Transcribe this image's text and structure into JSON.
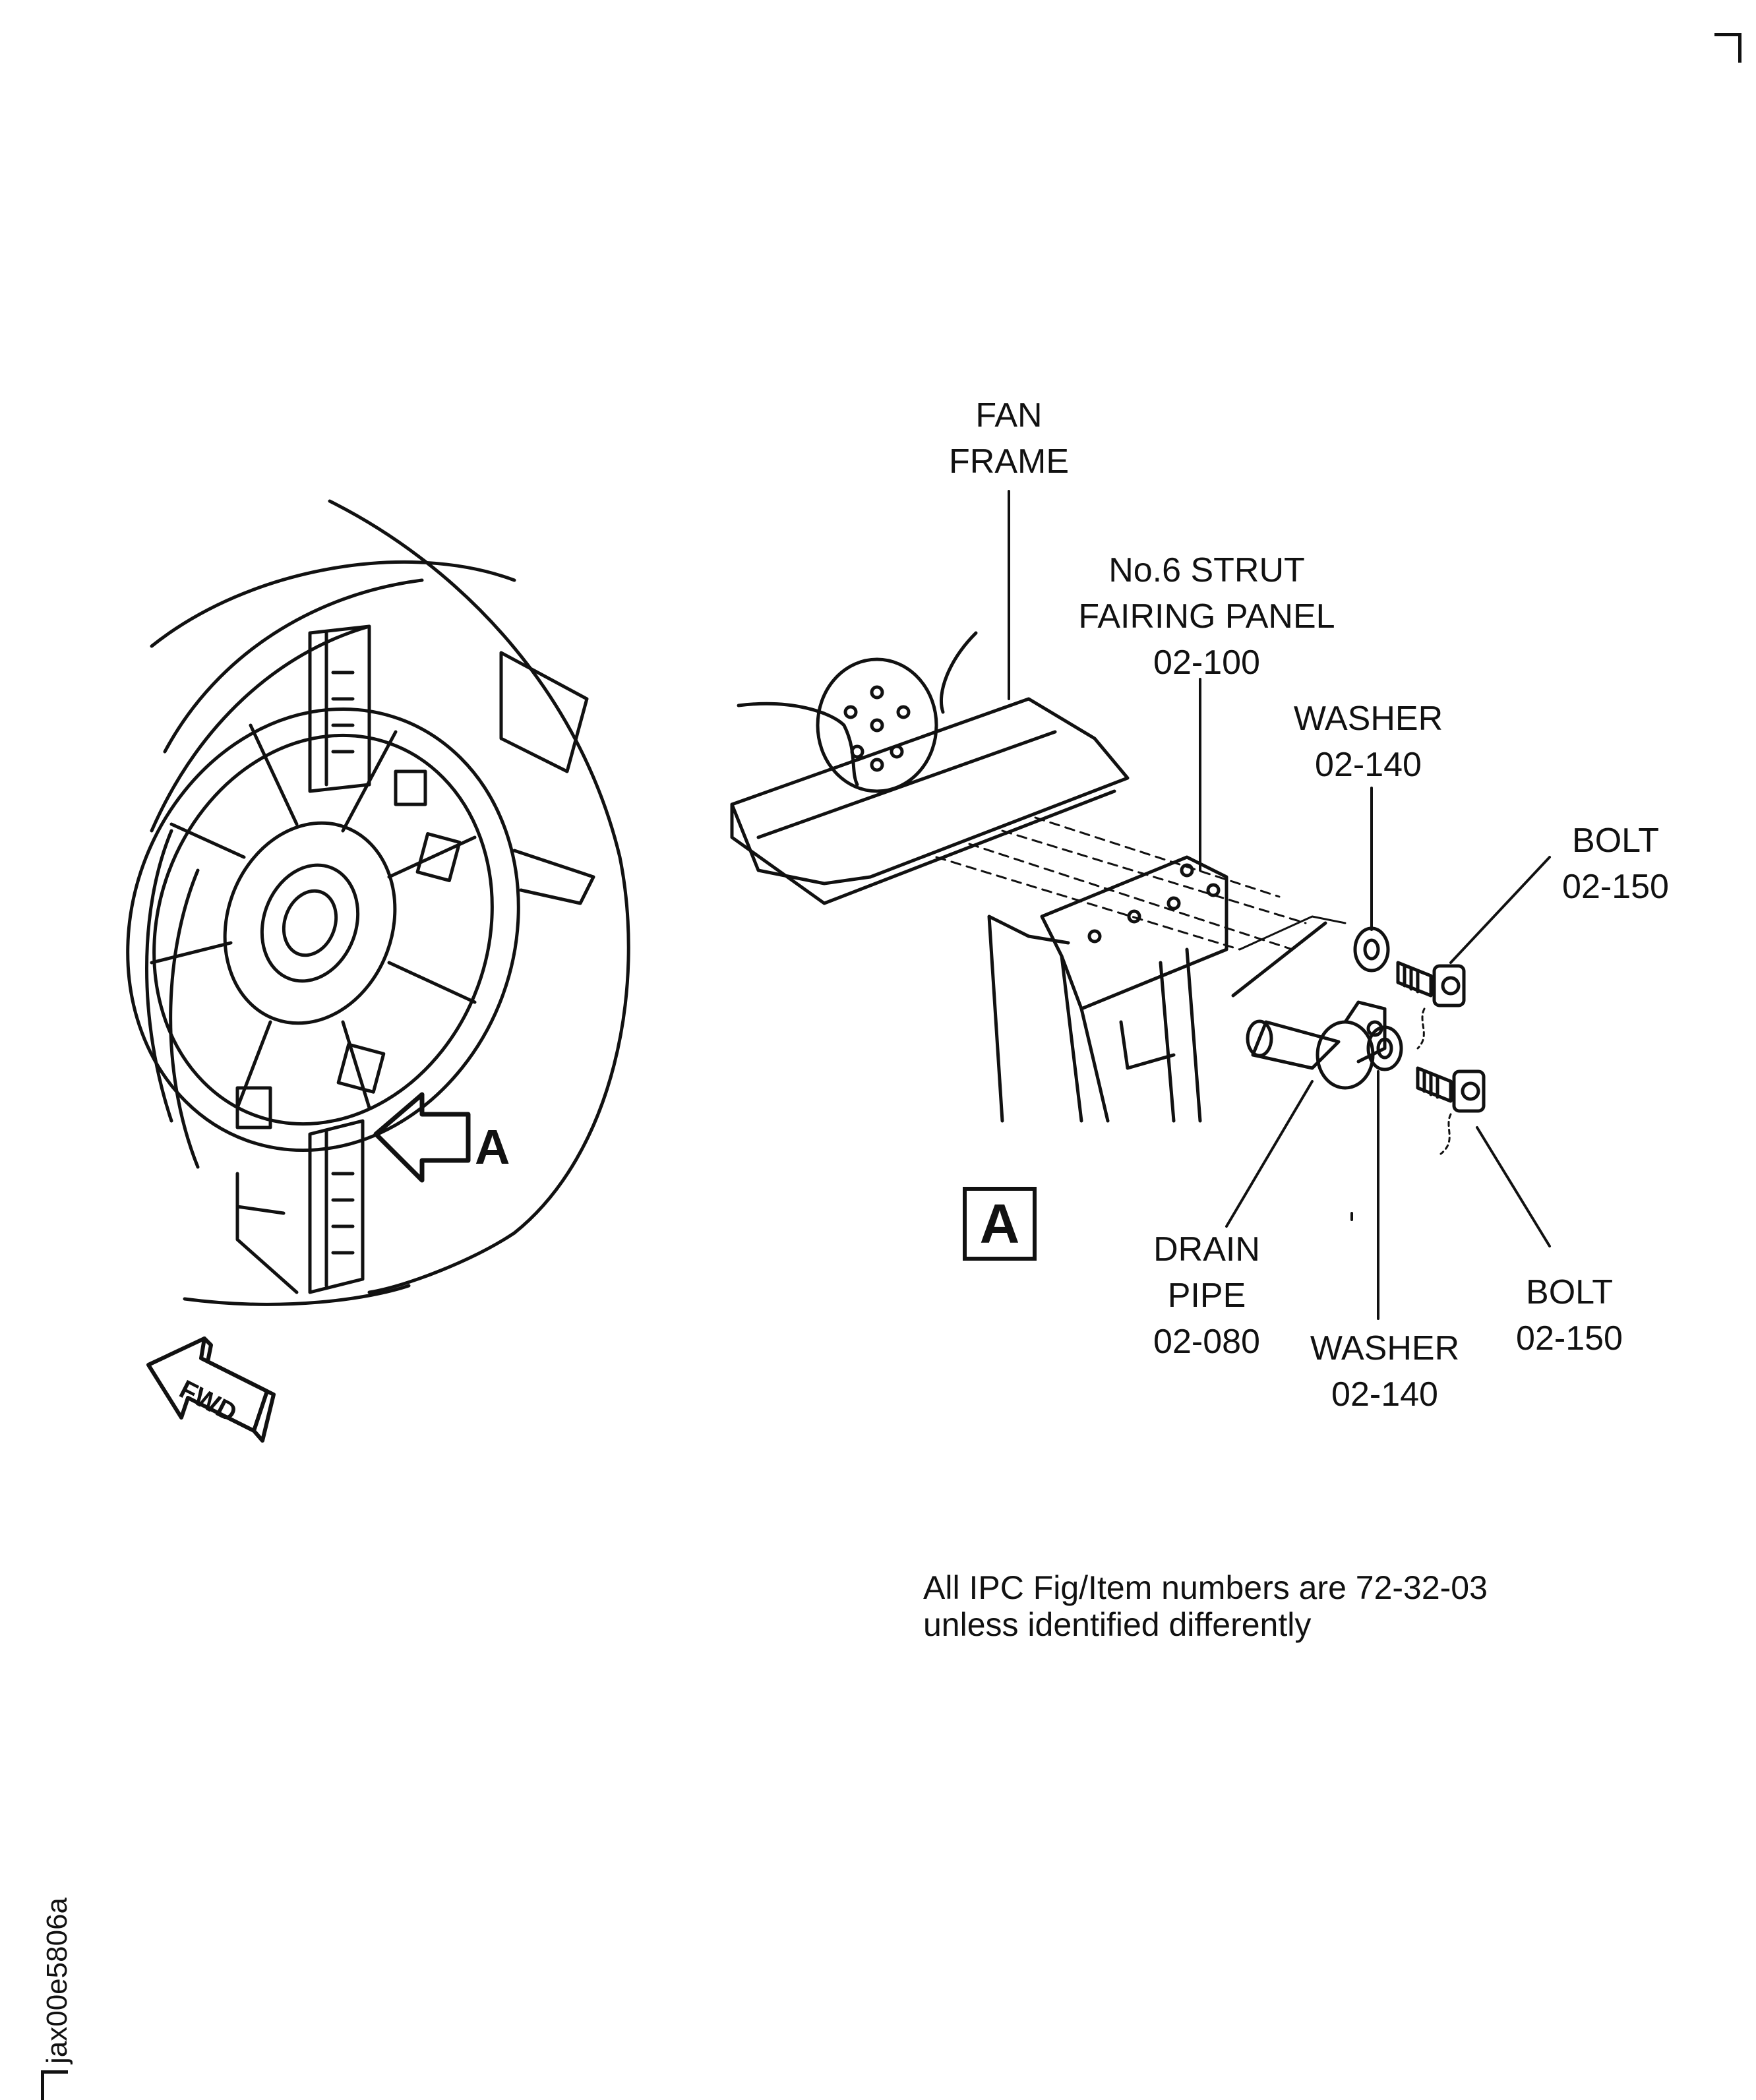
{
  "labels": {
    "fan_frame": [
      "FAN",
      "FRAME"
    ],
    "strut_panel": [
      "No.6 STRUT",
      "FAIRING PANEL",
      "02-100"
    ],
    "washer_top": [
      "WASHER",
      "02-140"
    ],
    "bolt_top": [
      "BOLT",
      "02-150"
    ],
    "drain_pipe": [
      "DRAIN",
      "PIPE",
      "02-080"
    ],
    "washer_bottom": [
      "WASHER",
      "02-140"
    ],
    "bolt_bottom": [
      "BOLT",
      "02-150"
    ]
  },
  "view_callout": "A",
  "detail_view_label": "A",
  "fwd_arrow_text": "FWD",
  "note": [
    "All IPC Fig/Item numbers are 72-32-03",
    "unless identified differently"
  ],
  "drawing_code": "jax00e5806a"
}
